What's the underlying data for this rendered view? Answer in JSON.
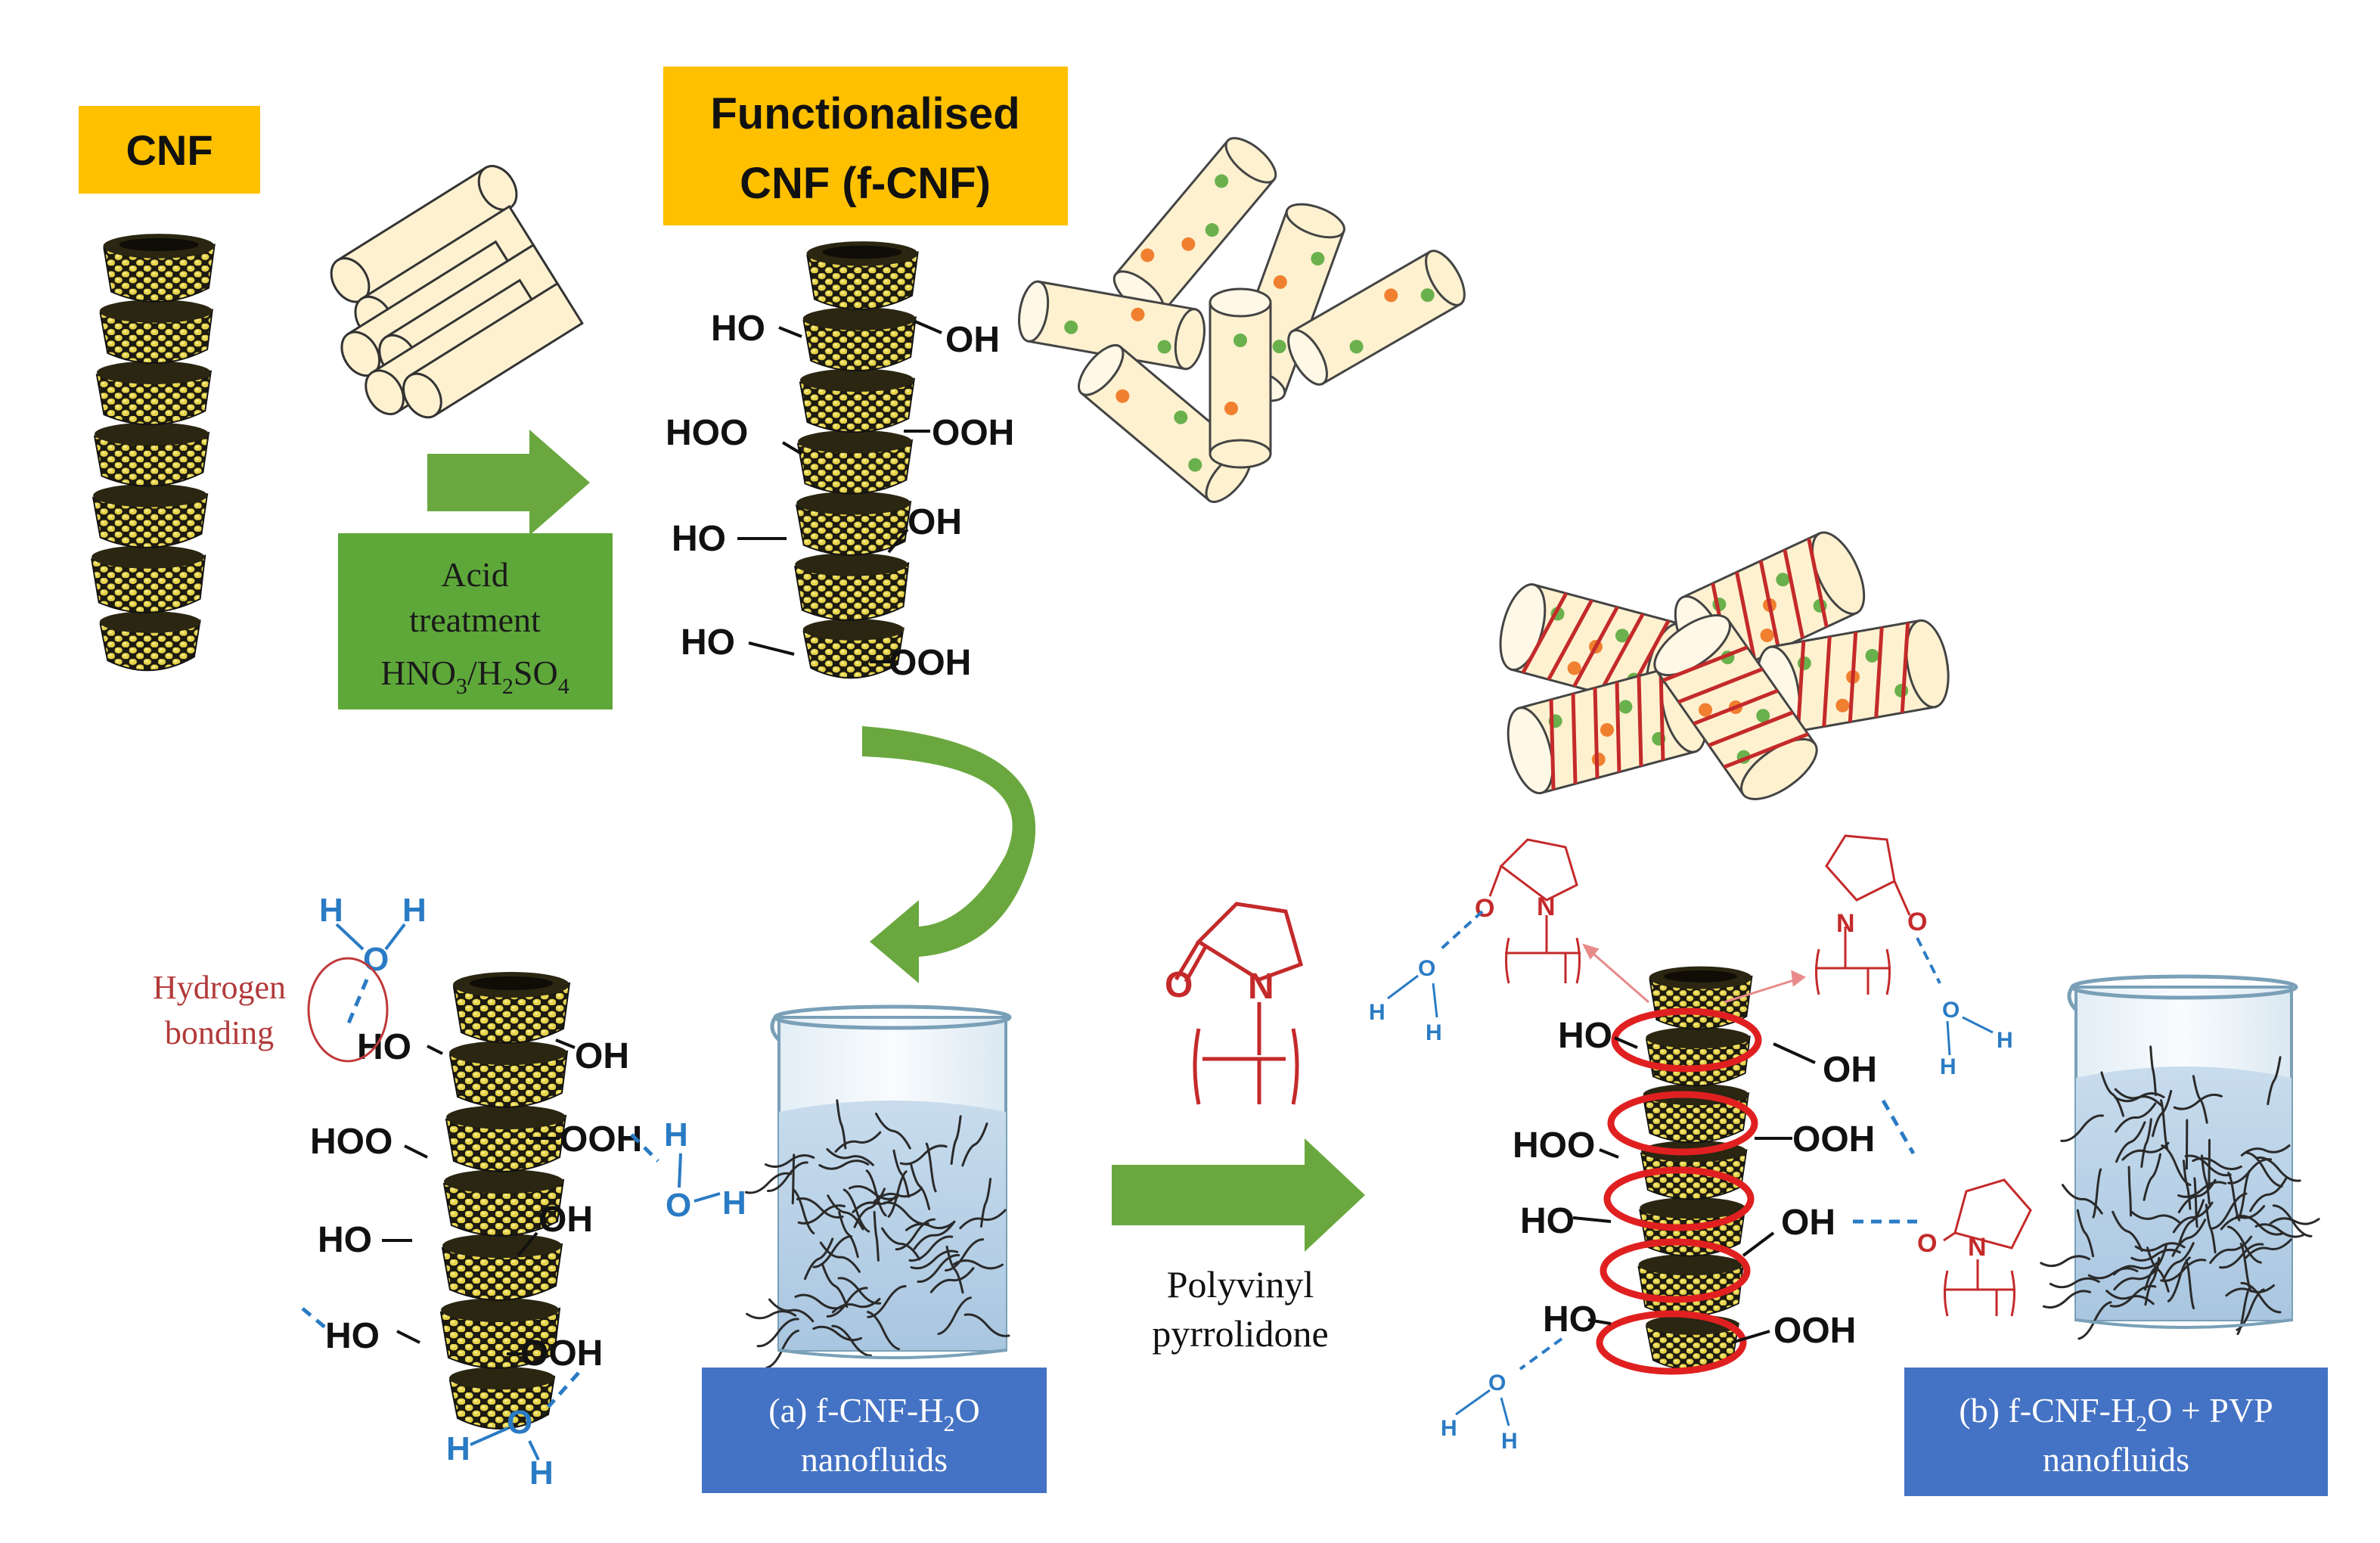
{
  "labels": {
    "cnf": "CNF",
    "fcnf_line1": "Functionalised",
    "fcnf_line2": "CNF (f-CNF)"
  },
  "acid_box": {
    "line1": "Acid",
    "line2": "treatment",
    "line3_parts": [
      "HNO",
      "3",
      "/H",
      "2",
      "SO",
      "4"
    ]
  },
  "fcnf_groups": {
    "left": [
      "HO",
      "HOO",
      "HO",
      "HO"
    ],
    "right": [
      "OH",
      "OOH",
      "OH",
      "OOH"
    ]
  },
  "water_fcnf_groups": {
    "left": [
      "HO",
      "HOO",
      "HO",
      "HO"
    ],
    "right": [
      "OH",
      "OOH",
      "OH",
      "OOH"
    ]
  },
  "pvp_fcnf_groups": {
    "left": [
      "HO",
      "HOO",
      "HO",
      "HO"
    ],
    "right": [
      "OH",
      "OOH",
      "OH",
      "OOH"
    ]
  },
  "water_atoms": {
    "h": "H",
    "o": "O"
  },
  "pvp_atoms": {
    "o": "O",
    "n": "N"
  },
  "hydrogen_bonding": {
    "line1": "Hydrogen",
    "line2": "bonding"
  },
  "pvp_label": {
    "line1": "Polyvinyl",
    "line2": "pyrrolidone"
  },
  "nanofluid_a": {
    "line1_parts": [
      "(a) f-CNF-H",
      "2",
      "O"
    ],
    "line2": "nanofluids"
  },
  "nanofluid_b": {
    "line1_parts": [
      "(b) f-CNF-H",
      "2",
      "O + PVP"
    ],
    "line2": "nanofluids"
  },
  "colors": {
    "label_orange": "#ffc000",
    "green_box": "#5ea83a",
    "green_arrow": "#6aa83f",
    "blue_box": "#4472c4",
    "cylinder_fill": "#fdf1d0",
    "water_blue": "#2a7bc4",
    "pvp_red": "#c42a2a",
    "ring_red": "#e02020",
    "dot_green": "#6ab04c",
    "dot_orange": "#f08030"
  }
}
